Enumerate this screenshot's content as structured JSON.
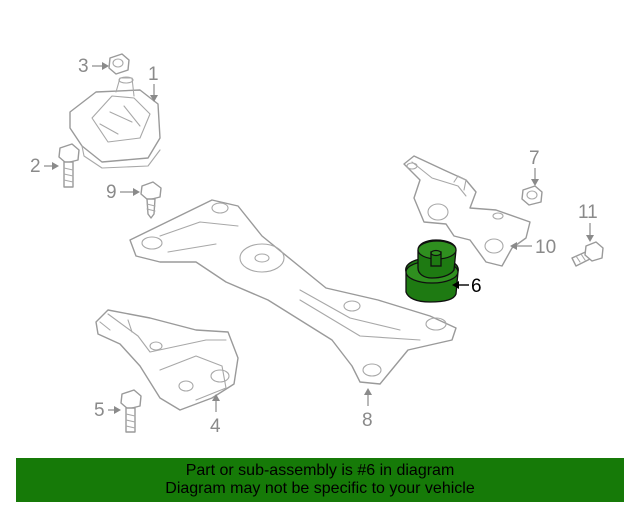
{
  "callouts": {
    "c1": "1",
    "c2": "2",
    "c3": "3",
    "c4": "4",
    "c5": "5",
    "c6": "6",
    "c7": "7",
    "c8": "8",
    "c9": "9",
    "c10": "10",
    "c11": "11"
  },
  "highlighted_part": "6",
  "banner": {
    "line1": "Part or sub-assembly is #6 in diagram",
    "line2": "Diagram may not be specific to your vehicle"
  },
  "colors": {
    "banner_background": "#167a08",
    "highlight_part": "#1e7a12",
    "line_art": "#9a9a9a"
  }
}
